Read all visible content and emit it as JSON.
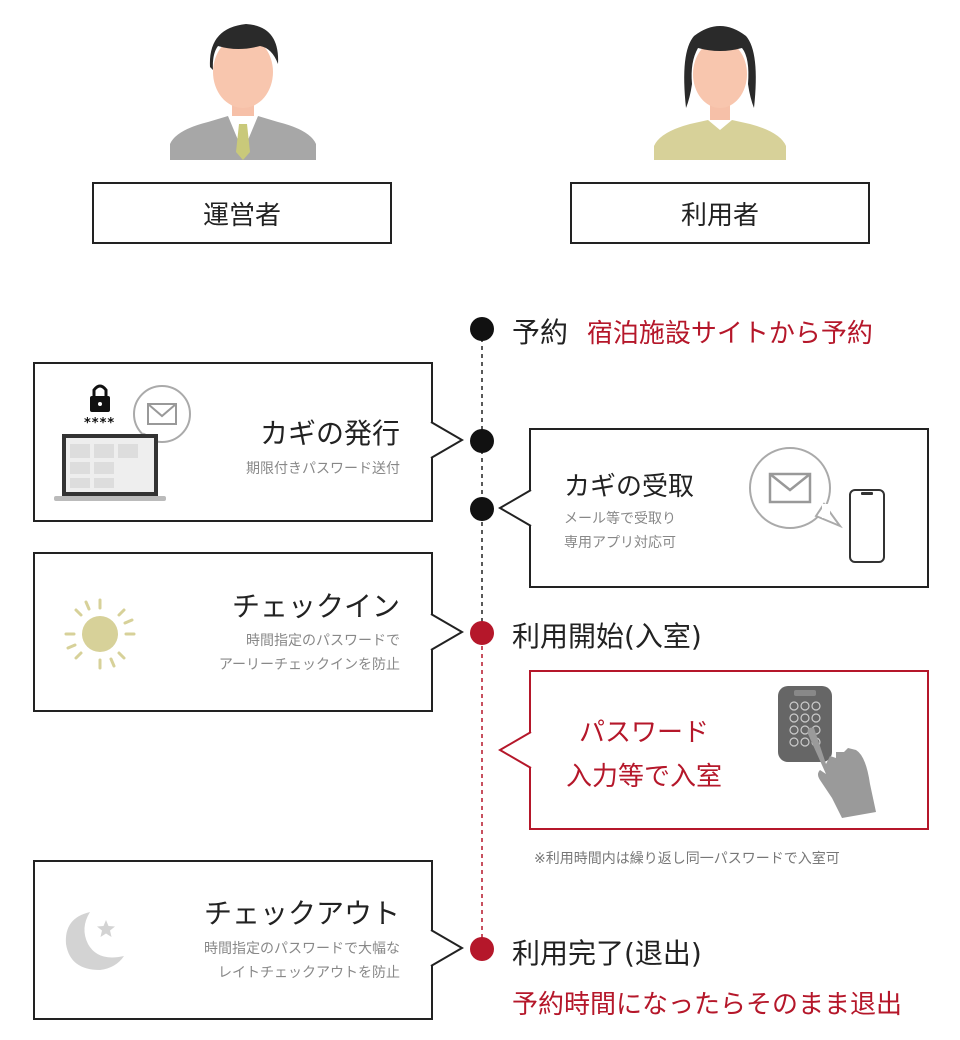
{
  "roles": {
    "operator": "運営者",
    "user": "利用者"
  },
  "steps": {
    "reserve": {
      "label": "予約",
      "detail": "宿泊施設サイトから予約"
    },
    "start": {
      "label": "利用開始(入室)"
    },
    "end": {
      "label": "利用完了(退出)",
      "detail": "予約時間になったらそのまま退出"
    }
  },
  "operator_cards": {
    "issue": {
      "title": "カギの発行",
      "sub": "期限付きパスワード送付",
      "pwd_mask": "****"
    },
    "checkin": {
      "title": "チェックイン",
      "sub1": "時間指定のパスワードで",
      "sub2": "アーリーチェックインを防止"
    },
    "checkout": {
      "title": "チェックアウト",
      "sub1": "時間指定のパスワードで大幅な",
      "sub2": "レイトチェックアウトを防止"
    }
  },
  "user_cards": {
    "receive": {
      "title": "カギの受取",
      "sub1": "メール等で受取り",
      "sub2": "専用アプリ対応可"
    },
    "entry": {
      "line1": "パスワード",
      "line2": "入力等で入室"
    }
  },
  "note": "※利用時間内は繰り返し同一パスワードで入室可",
  "colors": {
    "accent": "#b5172a",
    "line": "#222222",
    "muted": "#888888"
  }
}
